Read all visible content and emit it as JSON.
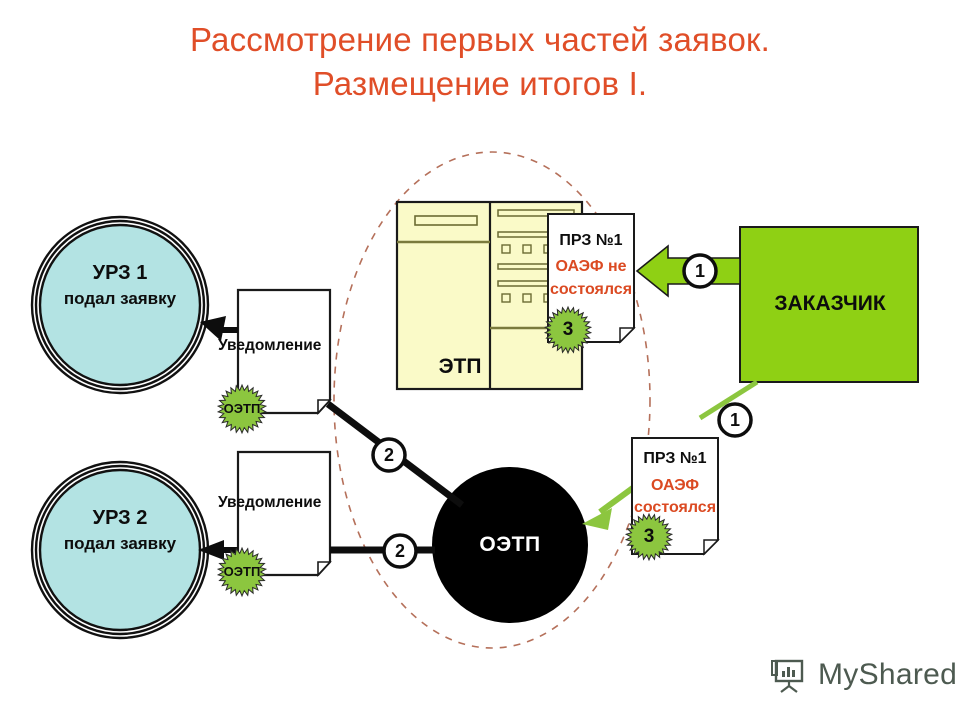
{
  "slide": {
    "title_line1": "Рассмотрение первых частей заявок.",
    "title_line2": "Размещение итогов I.",
    "title_color": "#E04E28",
    "background": "#FFFFFF"
  },
  "participants": [
    {
      "id": "urz1",
      "name": "УРЗ 1",
      "subtitle": "подал заявку",
      "fill": "#B3E3E3",
      "stroke": "#0D0D0D"
    },
    {
      "id": "urz2",
      "name": "УРЗ 2",
      "subtitle": "подал заявку",
      "fill": "#B3E3E3",
      "stroke": "#0D0D0D"
    }
  ],
  "notifications": [
    {
      "id": "notif1",
      "label": "Уведомление",
      "badge": "ОЭТП",
      "badge_color": "#8CC63F"
    },
    {
      "id": "notif2",
      "label": "Уведомление",
      "badge": "ОЭТП",
      "badge_color": "#8CC63F"
    }
  ],
  "nodes": {
    "etp": {
      "label": "ЭТП",
      "fill": "#FAFAC8",
      "stroke": "#0D0D0D"
    },
    "oetp": {
      "label": "ОЭТП",
      "fill": "#000000",
      "text_color": "#FFFFFF"
    },
    "customer": {
      "label": "ЗАКАЗЧИК",
      "fill": "#8FD014",
      "stroke": "#0D0D0D"
    }
  },
  "documents": [
    {
      "id": "prz-failed",
      "heading": "ПРЗ №1",
      "line1": "ОАЭФ не",
      "line2": "состоялся",
      "heading_color": "#0D0D0D",
      "body_color": "#DB4A22",
      "badge": "3",
      "badge_color": "#8CC63F"
    },
    {
      "id": "prz-held",
      "heading": "ПРЗ №1",
      "line1": "ОАЭФ",
      "line2": "состоялся",
      "heading_color": "#0D0D0D",
      "body_color": "#DB4A22",
      "badge": "3",
      "badge_color": "#8CC63F"
    }
  ],
  "steps": [
    {
      "id": "step-1-top",
      "number": "1"
    },
    {
      "id": "step-1-bottom",
      "number": "1"
    },
    {
      "id": "step-2-top",
      "number": "2"
    },
    {
      "id": "step-2-bottom",
      "number": "2"
    }
  ],
  "grouping_outline": {
    "style": "dashed-ellipse",
    "color": "#B5705A"
  },
  "watermark": {
    "text": "MyShared",
    "icon": "presentation-board-icon",
    "color": "#4D5A50"
  }
}
